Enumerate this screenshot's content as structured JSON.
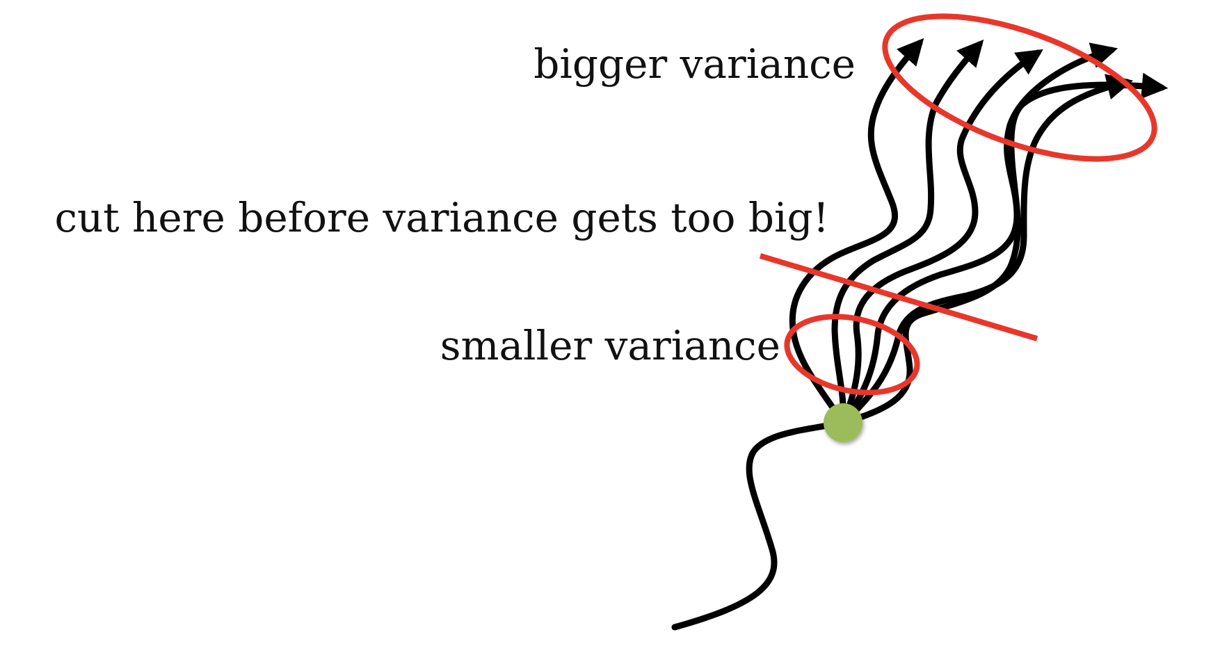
{
  "labels": {
    "bigger_variance": "bigger variance",
    "cut_here": "cut here before variance gets too big!",
    "smaller_variance": "smaller variance"
  },
  "colors": {
    "trajectory": "#000000",
    "highlight": "#e8372a",
    "start_point": "#9cbc5b",
    "text": "#111111"
  }
}
